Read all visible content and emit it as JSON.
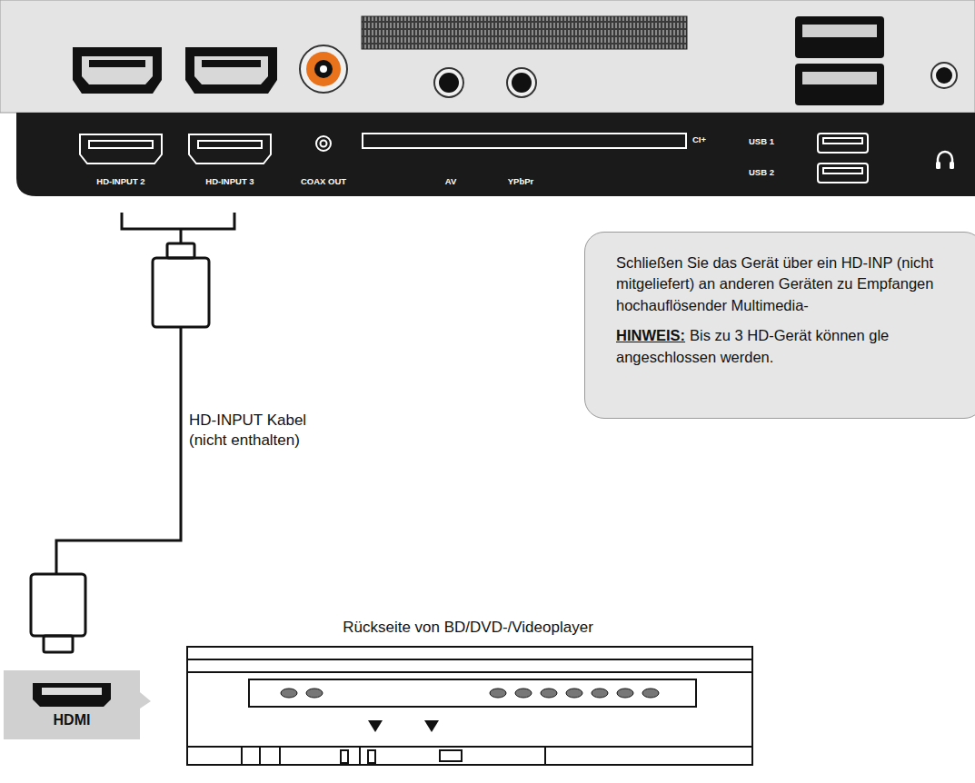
{
  "diagram": {
    "nodes": [
      {
        "text": [
          "Schließen Sie das Gerät über ein HD-INP (nicht mitgeliefert) an anderen Geräten zu Empfangen hochauflösender Multimedia-",
          "HINWEIS:",
          "Bis zu 3 HD-Gerät können gle angeschlossen werden."
        ]
      },
      {
        "text": [
          "HDMI"
        ]
      }
    ],
    "labels": [
      "HD-INPUT 2",
      "HD-INPUT 3",
      "COAX OUT",
      "CI+",
      "AV",
      "YPbPr",
      "USB 1",
      "USB 2",
      "HD-INPUT Kabel (nicht enthalten)",
      "Rückseite von BD/DVD-/Videoplayer"
    ]
  }
}
